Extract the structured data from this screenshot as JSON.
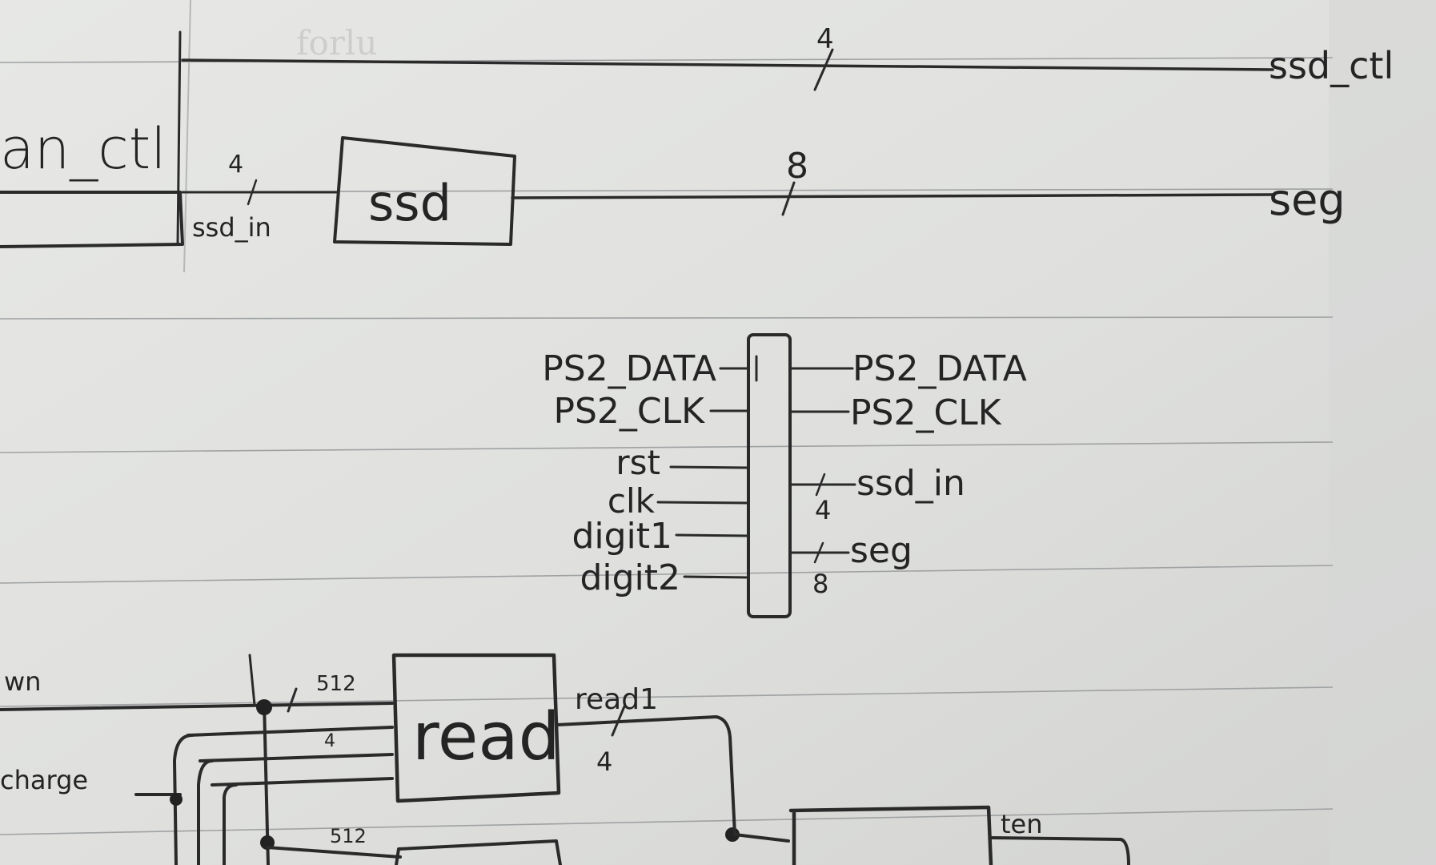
{
  "top": {
    "left_block_label": "an_ctl",
    "bus_width_label": "4",
    "ssd_ctl_label": "ssd_ctl",
    "ssd_in_width": "4",
    "ssd_in_label": "ssd_in",
    "ssd_block_label": "ssd",
    "seg_width_label": "8",
    "seg_label": "seg"
  },
  "middle": {
    "inputs": [
      "PS2_DATA",
      "PS2_CLK",
      "rst",
      "clk",
      "digit1",
      "digit2"
    ],
    "outputs": [
      "PS2_DATA",
      "PS2_CLK",
      "ssd_in",
      "seg"
    ],
    "ssd_in_width": "4",
    "seg_width": "8"
  },
  "bottom": {
    "left_labels": [
      "wn",
      "charge"
    ],
    "bus_width_top": "512",
    "bus_width_small": "4",
    "bus_width_bottom": "512",
    "read_block_label": "read",
    "read_out_label": "read1",
    "read_out_width": "4",
    "right_out_label": "ten"
  },
  "background_ghost_text": "forlu"
}
